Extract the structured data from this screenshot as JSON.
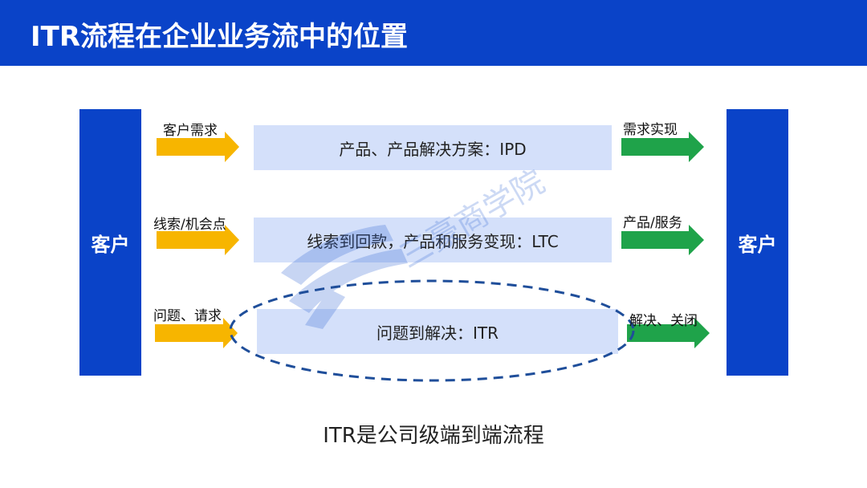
{
  "header": {
    "title": "ITR流程在企业业务流中的位置",
    "color": "#0a43c8"
  },
  "left_customer": {
    "label": "客户"
  },
  "right_customer": {
    "label": "客户"
  },
  "rows": [
    {
      "input_label": "客户需求",
      "process": "产品、产品解决方案：IPD",
      "output_label": "需求实现"
    },
    {
      "input_label": "线索/机会点",
      "process": "线索到回款，产品和服务变现：LTC",
      "output_label": "产品/服务"
    },
    {
      "input_label": "问题、请求",
      "process": "问题到解决：ITR",
      "output_label": "解决、关闭",
      "highlighted": true
    }
  ],
  "footer": {
    "text": "ITR是公司级端到端流程"
  },
  "watermark": {
    "text": "三豪商学院"
  },
  "colors": {
    "input_arrow": "#f7b500",
    "output_arrow": "#1fa34a",
    "process_bg": "#d4e0fa",
    "ellipse": "#1f4e9a"
  }
}
